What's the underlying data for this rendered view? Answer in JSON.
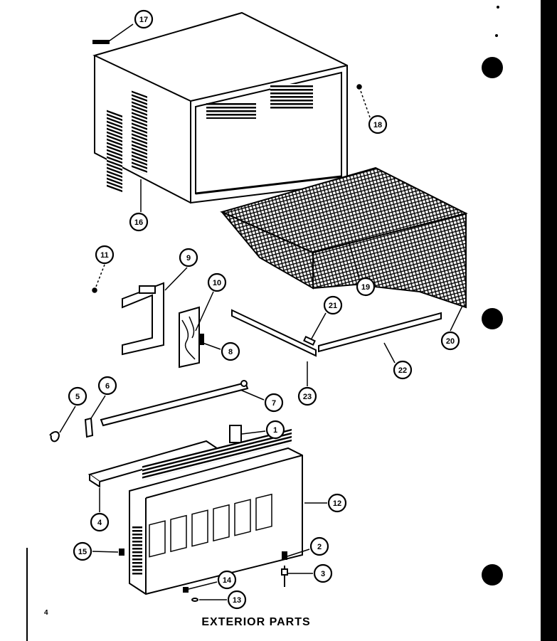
{
  "page": {
    "number": "4",
    "title": "EXTERIOR PARTS"
  },
  "colors": {
    "ink": "#000000",
    "paper": "#ffffff"
  },
  "callouts": [
    {
      "id": "c17",
      "label": "17"
    },
    {
      "id": "c18a",
      "label": "18"
    },
    {
      "id": "c16",
      "label": "16"
    },
    {
      "id": "c19",
      "label": "19"
    },
    {
      "id": "c11",
      "label": "11"
    },
    {
      "id": "c9",
      "label": "9"
    },
    {
      "id": "c10",
      "label": "10"
    },
    {
      "id": "c8",
      "label": "8"
    },
    {
      "id": "c21",
      "label": "21"
    },
    {
      "id": "c20",
      "label": "20"
    },
    {
      "id": "c22",
      "label": "22"
    },
    {
      "id": "c23",
      "label": "23"
    },
    {
      "id": "c5",
      "label": "5"
    },
    {
      "id": "c6",
      "label": "6"
    },
    {
      "id": "c7",
      "label": "7"
    },
    {
      "id": "c1",
      "label": "1"
    },
    {
      "id": "c12",
      "label": "12"
    },
    {
      "id": "c4",
      "label": "4"
    },
    {
      "id": "c15",
      "label": "15"
    },
    {
      "id": "c2",
      "label": "2"
    },
    {
      "id": "c14",
      "label": "14"
    },
    {
      "id": "c3",
      "label": "3"
    },
    {
      "id": "c13",
      "label": "13"
    }
  ]
}
